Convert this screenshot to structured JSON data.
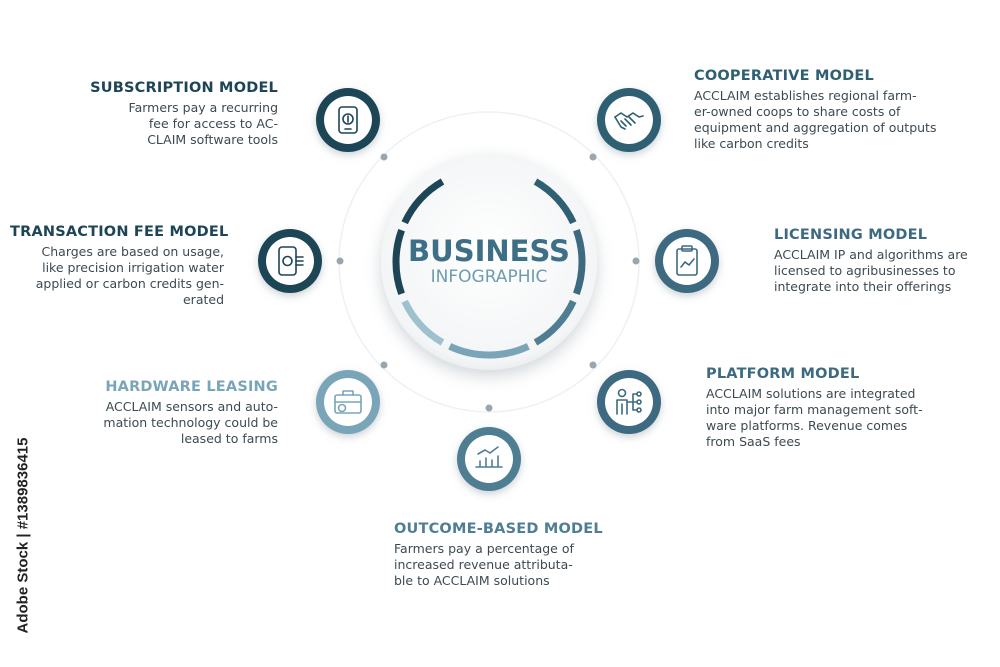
{
  "colors": {
    "dark": "#1d4556",
    "mid": "#3d6a80",
    "medium": "#4f7e93",
    "light": "#7aa5b8",
    "pale": "#9fc1cf",
    "hub_title": "#3d6f86",
    "hub_sub": "#6f9bb0"
  },
  "hub": {
    "title": "BUSINESS",
    "subtitle": "INFOGRAPHIC"
  },
  "models": [
    {
      "key": "subscription",
      "title": "SUBSCRIPTION MODEL",
      "text": "Farmers pay a recurring\nfee for access to AC-\nCLAIM software tools",
      "icon": "phone-dollar-icon",
      "color": "#1d4556"
    },
    {
      "key": "transaction",
      "title": "TRANSACTION FEE MODEL",
      "text": "Charges are based on usage,\nlike precision irrigation water\napplied or carbon credits gen-\nerated",
      "icon": "phone-payment-icon",
      "color": "#1d4556"
    },
    {
      "key": "hardware",
      "title": "HARDWARE LEASING",
      "text": "ACCLAIM sensors and auto-\nmation technology could be\nleased to farms",
      "icon": "briefcase-gear-icon",
      "color": "#7aa5b8"
    },
    {
      "key": "outcome",
      "title": "OUTCOME-BASED MODEL",
      "text": "Farmers pay a percentage of\nincreased revenue attributa-\nble to ACCLAIM solutions",
      "icon": "growth-chart-icon",
      "color": "#4f7e93"
    },
    {
      "key": "platform",
      "title": "PLATFORM MODEL",
      "text": "ACCLAIM solutions are integrated\ninto major farm management soft-\nware platforms. Revenue comes\nfrom SaaS fees",
      "icon": "person-network-icon",
      "color": "#3d6a80"
    },
    {
      "key": "licensing",
      "title": "LICENSING MODEL",
      "text": "ACCLAIM IP and algorithms are\nlicensed to agribusinesses to\nintegrate into their offerings",
      "icon": "clipboard-chart-icon",
      "color": "#3d6a80"
    },
    {
      "key": "cooperative",
      "title": "COOPERATIVE MODEL",
      "text": "ACCLAIM establishes regional farm-\ner-owned coops to share costs of\nequipment and aggregation of outputs\nlike carbon credits",
      "icon": "handshake-icon",
      "color": "#2f5f73"
    }
  ],
  "stock_id": "Adobe Stock | #1389836415"
}
